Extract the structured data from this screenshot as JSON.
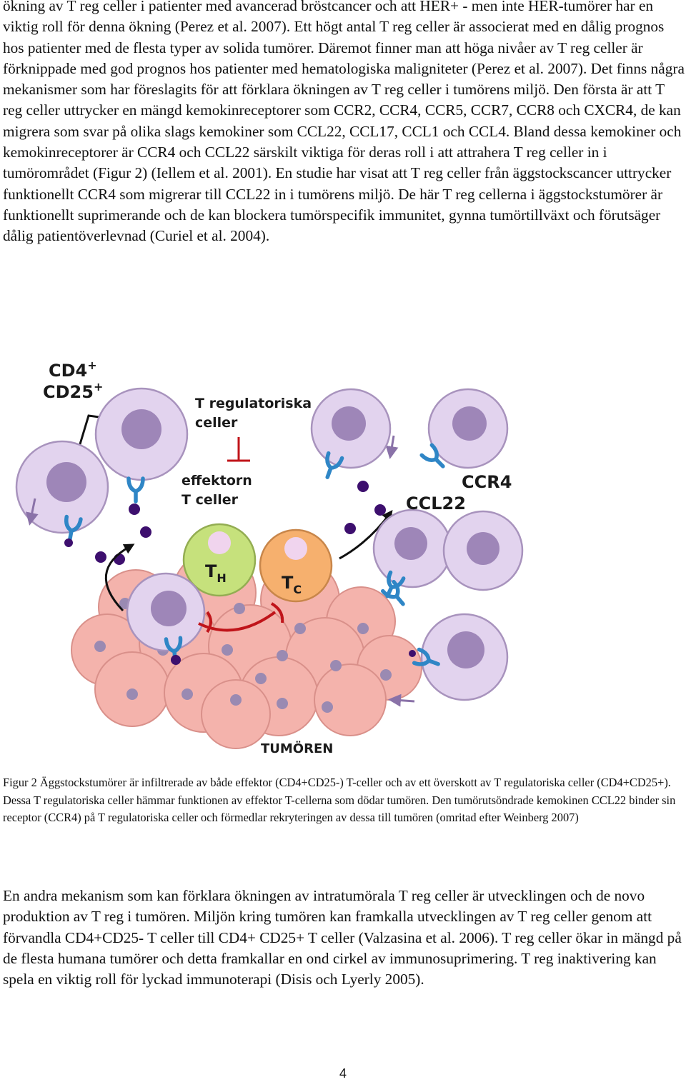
{
  "body": {
    "paragraph_top": "ökning av T reg celler i patienter med avancerad bröstcancer och att HER+ - men inte HER-tumörer har en viktig roll för denna ökning (Perez et al. 2007). Ett högt antal T reg celler är associerat med en dålig prognos hos patienter med de flesta typer av solida tumörer. Däremot finner man att höga nivåer av T reg celler är förknippade med god prognos hos patienter med hematologiska maligniteter (Perez et al. 2007). Det finns några mekanismer som har föreslagits för att förklara ökningen av T reg celler i tumörens miljö. Den första är att T reg celler uttrycker en mängd kemokinreceptorer som CCR2, CCR4, CCR5, CCR7, CCR8 och CXCR4, de kan migrera som svar på olika slags kemokiner som CCL22, CCL17, CCL1 och CCL4. Bland dessa kemokiner och kemokinreceptorer är CCR4 och CCL22 särskilt viktiga för deras roll i att attrahera T reg celler in i tumörområdet (Figur 2) (Iellem et al. 2001). En studie har visat att T reg celler från äggstockscancer uttrycker funktionellt CCR4 som migrerar till CCL22 in i tumörens miljö. De här T reg cellerna i äggstockstumörer är funktionellt suprimerande och de kan blockera tumörspecifik immunitet, gynna tumörtillväxt och förutsäger dålig patientöverlevnad (Curiel et al. 2004).",
    "paragraph_bottom": "En andra mekanism som kan förklara ökningen av intratumörala T reg celler är utvecklingen och de novo produktion av T reg i tumören. Miljön kring tumören kan framkalla utvecklingen av T reg celler genom att förvandla CD4+CD25- T celler till CD4+ CD25+ T celler (Valzasina   et al. 2006). T reg celler ökar in mängd på de flesta humana tumörer och detta framkallar en ond cirkel av immunosuprimering. T reg inaktivering kan spela en viktig roll för lyckad immunoterapi (Disis och Lyerly 2005)."
  },
  "figure": {
    "label_cd4": "CD4",
    "label_cd25": "CD25",
    "label_plus": "+",
    "label_treg_line1": "T regulatoriska",
    "label_treg_line2": "celler",
    "label_effector_line1": "effektorn",
    "label_effector_line2": "T celler",
    "label_th_main": "T",
    "label_th_sub": "H",
    "label_tc_main": "T",
    "label_tc_sub": "C",
    "label_ccr4": "CCR4",
    "label_ccl22": "CCL22",
    "label_tumor": "TUMÖREN",
    "caption": "Figur 2 Äggstockstumörer är infiltrerade av både effektor (CD4+CD25-) T-celler och av ett överskott av T regulatoriska celler (CD4+CD25+). Dessa T regulatoriska celler hämmar funktionen av effektor T-cellerna som dödar tumören. Den tumörutsöndrade kemokinen CCL22 binder sin receptor (CCR4) på T regulatoriska celler och förmedlar rekryteringen av dessa till tumören (omritad efter Weinberg 2007)",
    "colors": {
      "treg_cell": "#e2d3ee",
      "treg_outline": "#a893bd",
      "treg_nucleus": "#9e86b8",
      "tumor_cell": "#f4b3ac",
      "tumor_outline": "#d9908a",
      "tumor_nucleus": "#9a8ab2",
      "th_cell": "#c6e17c",
      "th_nucleus": "#f0d4ee",
      "tc_cell": "#f6b06e",
      "tc_nucleus": "#f0d4ee",
      "receptor": "#2f86c6",
      "chemokine": "#3d0f6e",
      "inhibition": "#c0141a"
    }
  },
  "page_number": "4"
}
